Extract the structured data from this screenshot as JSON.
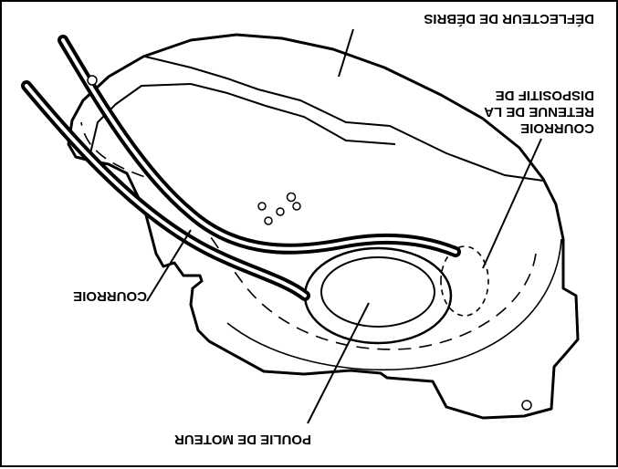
{
  "labels": {
    "debris_deflector": "DÉFLECTEUR DE DÉBRIS",
    "belt_retainer": [
      "DISPOSITIF DE",
      "RETENUE DE LA",
      "COURROIE"
    ],
    "belt": "COURROIE",
    "motor_pulley": "POULIE DE MOTEUR"
  },
  "orientation": "rotated-180"
}
